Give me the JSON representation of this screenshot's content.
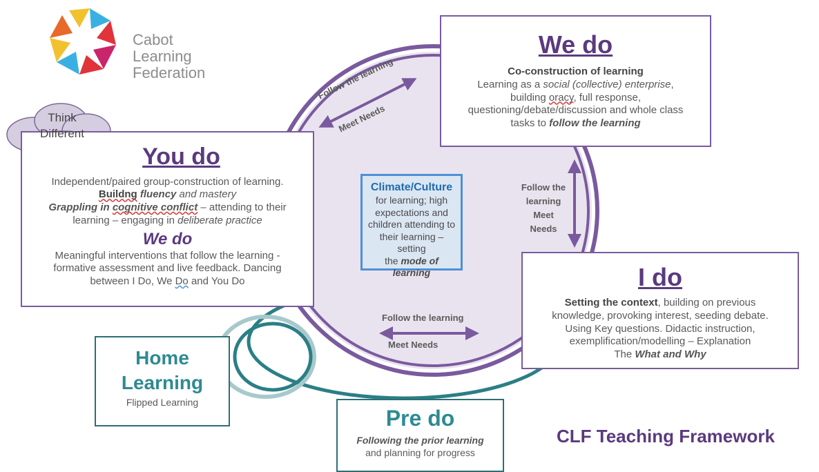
{
  "logo": {
    "line1": "Cabot",
    "line2": "Learning",
    "line3": "Federation"
  },
  "cloud": {
    "line1": "Think",
    "line2": "Different"
  },
  "we_do_top": {
    "title": "We do",
    "subtitle": "Co-construction of learning",
    "l1_a": "Learning as a ",
    "l1_b": "social (collective) enterprise",
    "l1_c": ",",
    "l2_a": "building ",
    "l2_b": "oracy",
    "l2_c": ", full response,",
    "l3": "questioning/debate/discussion and whole class",
    "l4_a": "tasks to ",
    "l4_b": "follow the learning"
  },
  "you_do": {
    "title": "You do",
    "l1": "Independent/paired group-construction of learning.",
    "l2_a": "Buildng",
    "l2_b": "fluency",
    "l2_c": " and mastery",
    "l3_a": "Grappling in ",
    "l3_b": "cognitive conflict",
    "l3_c": " – attending to their",
    "l4_a": "learning – engaging in ",
    "l4_b": "deliberate practice",
    "we_do_title": "We do",
    "l5": "Meaningful interventions that follow the learning -",
    "l6": "formative assessment and live feedback. Dancing",
    "l7_a": "between I Do, We ",
    "l7_b": "Do",
    "l7_c": " and You Do"
  },
  "i_do": {
    "title": "I do",
    "l1_a": "Setting the context",
    "l1_b": ", building on previous",
    "l2": "knowledge, provoking interest, seeding debate.",
    "l3": "Using Key questions. Didactic instruction,",
    "l4": "exemplification/modelling – Explanation",
    "l5_a": "The ",
    "l5_b": "What and Why"
  },
  "climate": {
    "head": "Climate/Culture",
    "l1": "for learning; high",
    "l2": "expectations and",
    "l3": "children attending to",
    "l4": "their learning – setting",
    "l5_a": "the ",
    "l5_b": "mode of learning"
  },
  "arrows": {
    "top_follow": "Follow the learning",
    "top_meet": "Meet Needs",
    "right_l1": "Follow the",
    "right_l2": "learning",
    "right_l3": "Meet",
    "right_l4": "Needs",
    "bottom_follow": "Follow the learning",
    "bottom_meet": "Meet Needs"
  },
  "home": {
    "l1": "Home",
    "l2": "Learning",
    "sub": "Flipped Learning"
  },
  "pre_do": {
    "title": "Pre do",
    "l1": "Following the prior learning",
    "l2": "and planning for progress"
  },
  "footer": {
    "title": "CLF Teaching Framework"
  },
  "colors": {
    "purple": "#7a5a9e",
    "purple_dark": "#5b3a7e",
    "teal": "#2b7f86",
    "blue": "#4f8fd6"
  }
}
